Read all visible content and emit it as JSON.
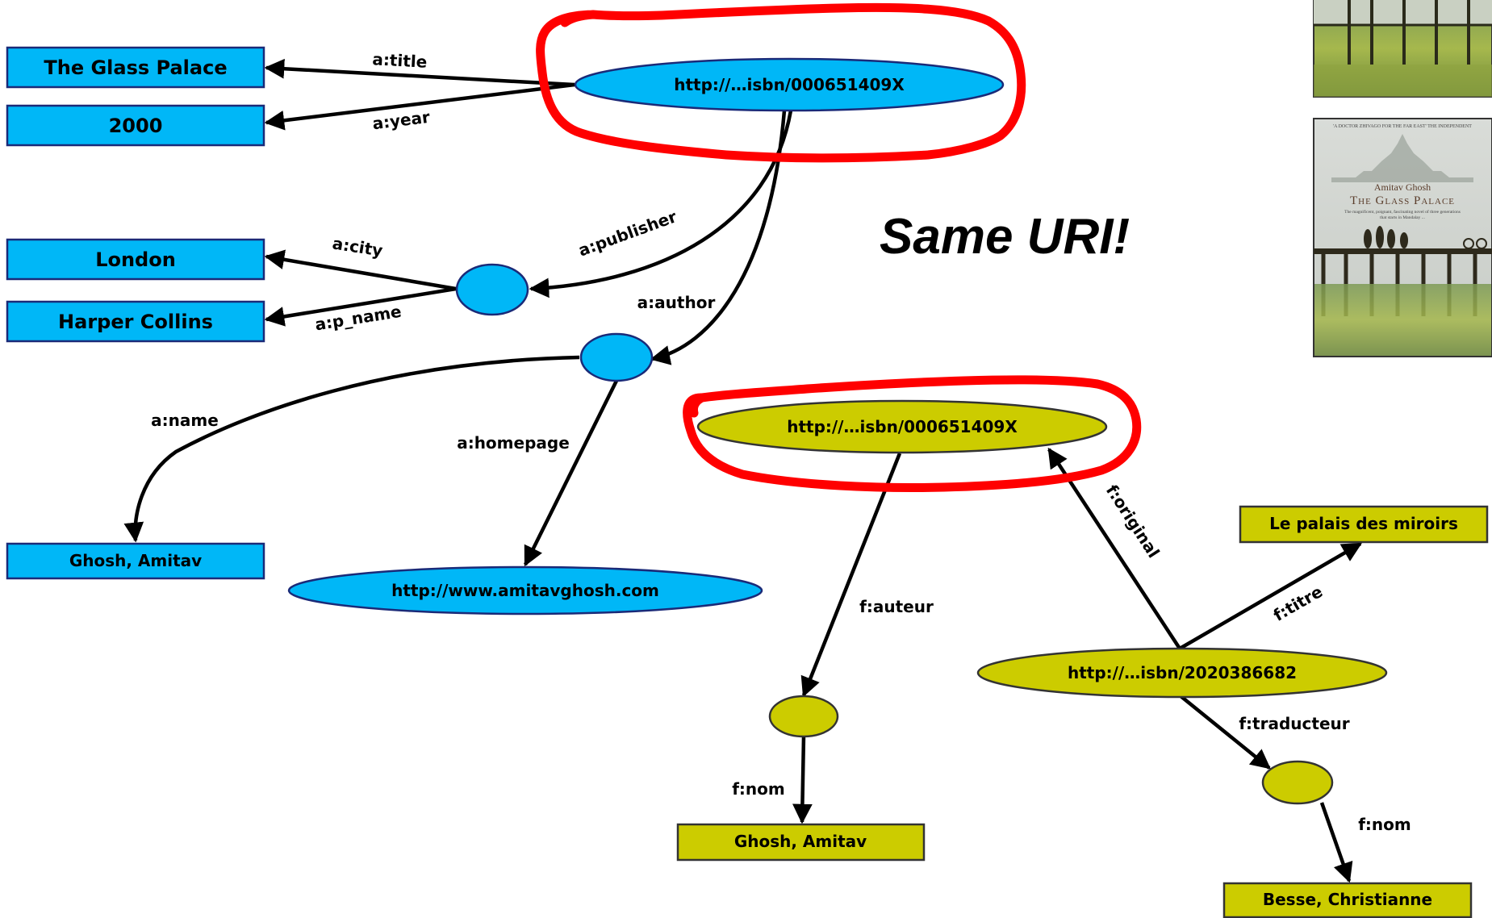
{
  "colors": {
    "english_graph": "#00B7F7",
    "french_graph": "#CCCC00",
    "highlight": "#FF0000"
  },
  "headline": "Same URI!",
  "english_graph": {
    "book_node": "http://…isbn/000651409X",
    "title_literal": "The Glass Palace",
    "year_literal": "2000",
    "city_literal": "London",
    "publisher_name_literal": "Harper Collins",
    "author_name_literal": "Ghosh, Amitav",
    "homepage_node": "http://www.amitavghosh.com",
    "edges": {
      "title": "a:title",
      "year": "a:year",
      "publisher": "a:publisher",
      "city": "a:city",
      "p_name": "a:p_name",
      "author": "a:author",
      "name": "a:name",
      "homepage": "a:homepage"
    }
  },
  "french_graph": {
    "book_node": "http://…isbn/000651409X",
    "translation_node": "http://…isbn/2020386682",
    "titre_literal": "Le palais des miroirs",
    "author_nom_literal": "Ghosh, Amitav",
    "translator_nom_literal": "Besse, Christianne",
    "edges": {
      "original": "f:original",
      "auteur": "f:auteur",
      "nom_author": "f:nom",
      "titre": "f:titre",
      "traducteur": "f:traducteur",
      "nom_translator": "f:nom"
    }
  },
  "book_cover": {
    "quote": "'A DOCTOR ZHIVAGO FOR THE FAR EAST' THE INDEPENDENT",
    "author": "Amitav Ghosh",
    "title": "The Glass Palace",
    "blurb_line1": "The magnificent, poignant, fascinating novel of three generations",
    "blurb_line2": "that starts in Mandalay ..."
  }
}
